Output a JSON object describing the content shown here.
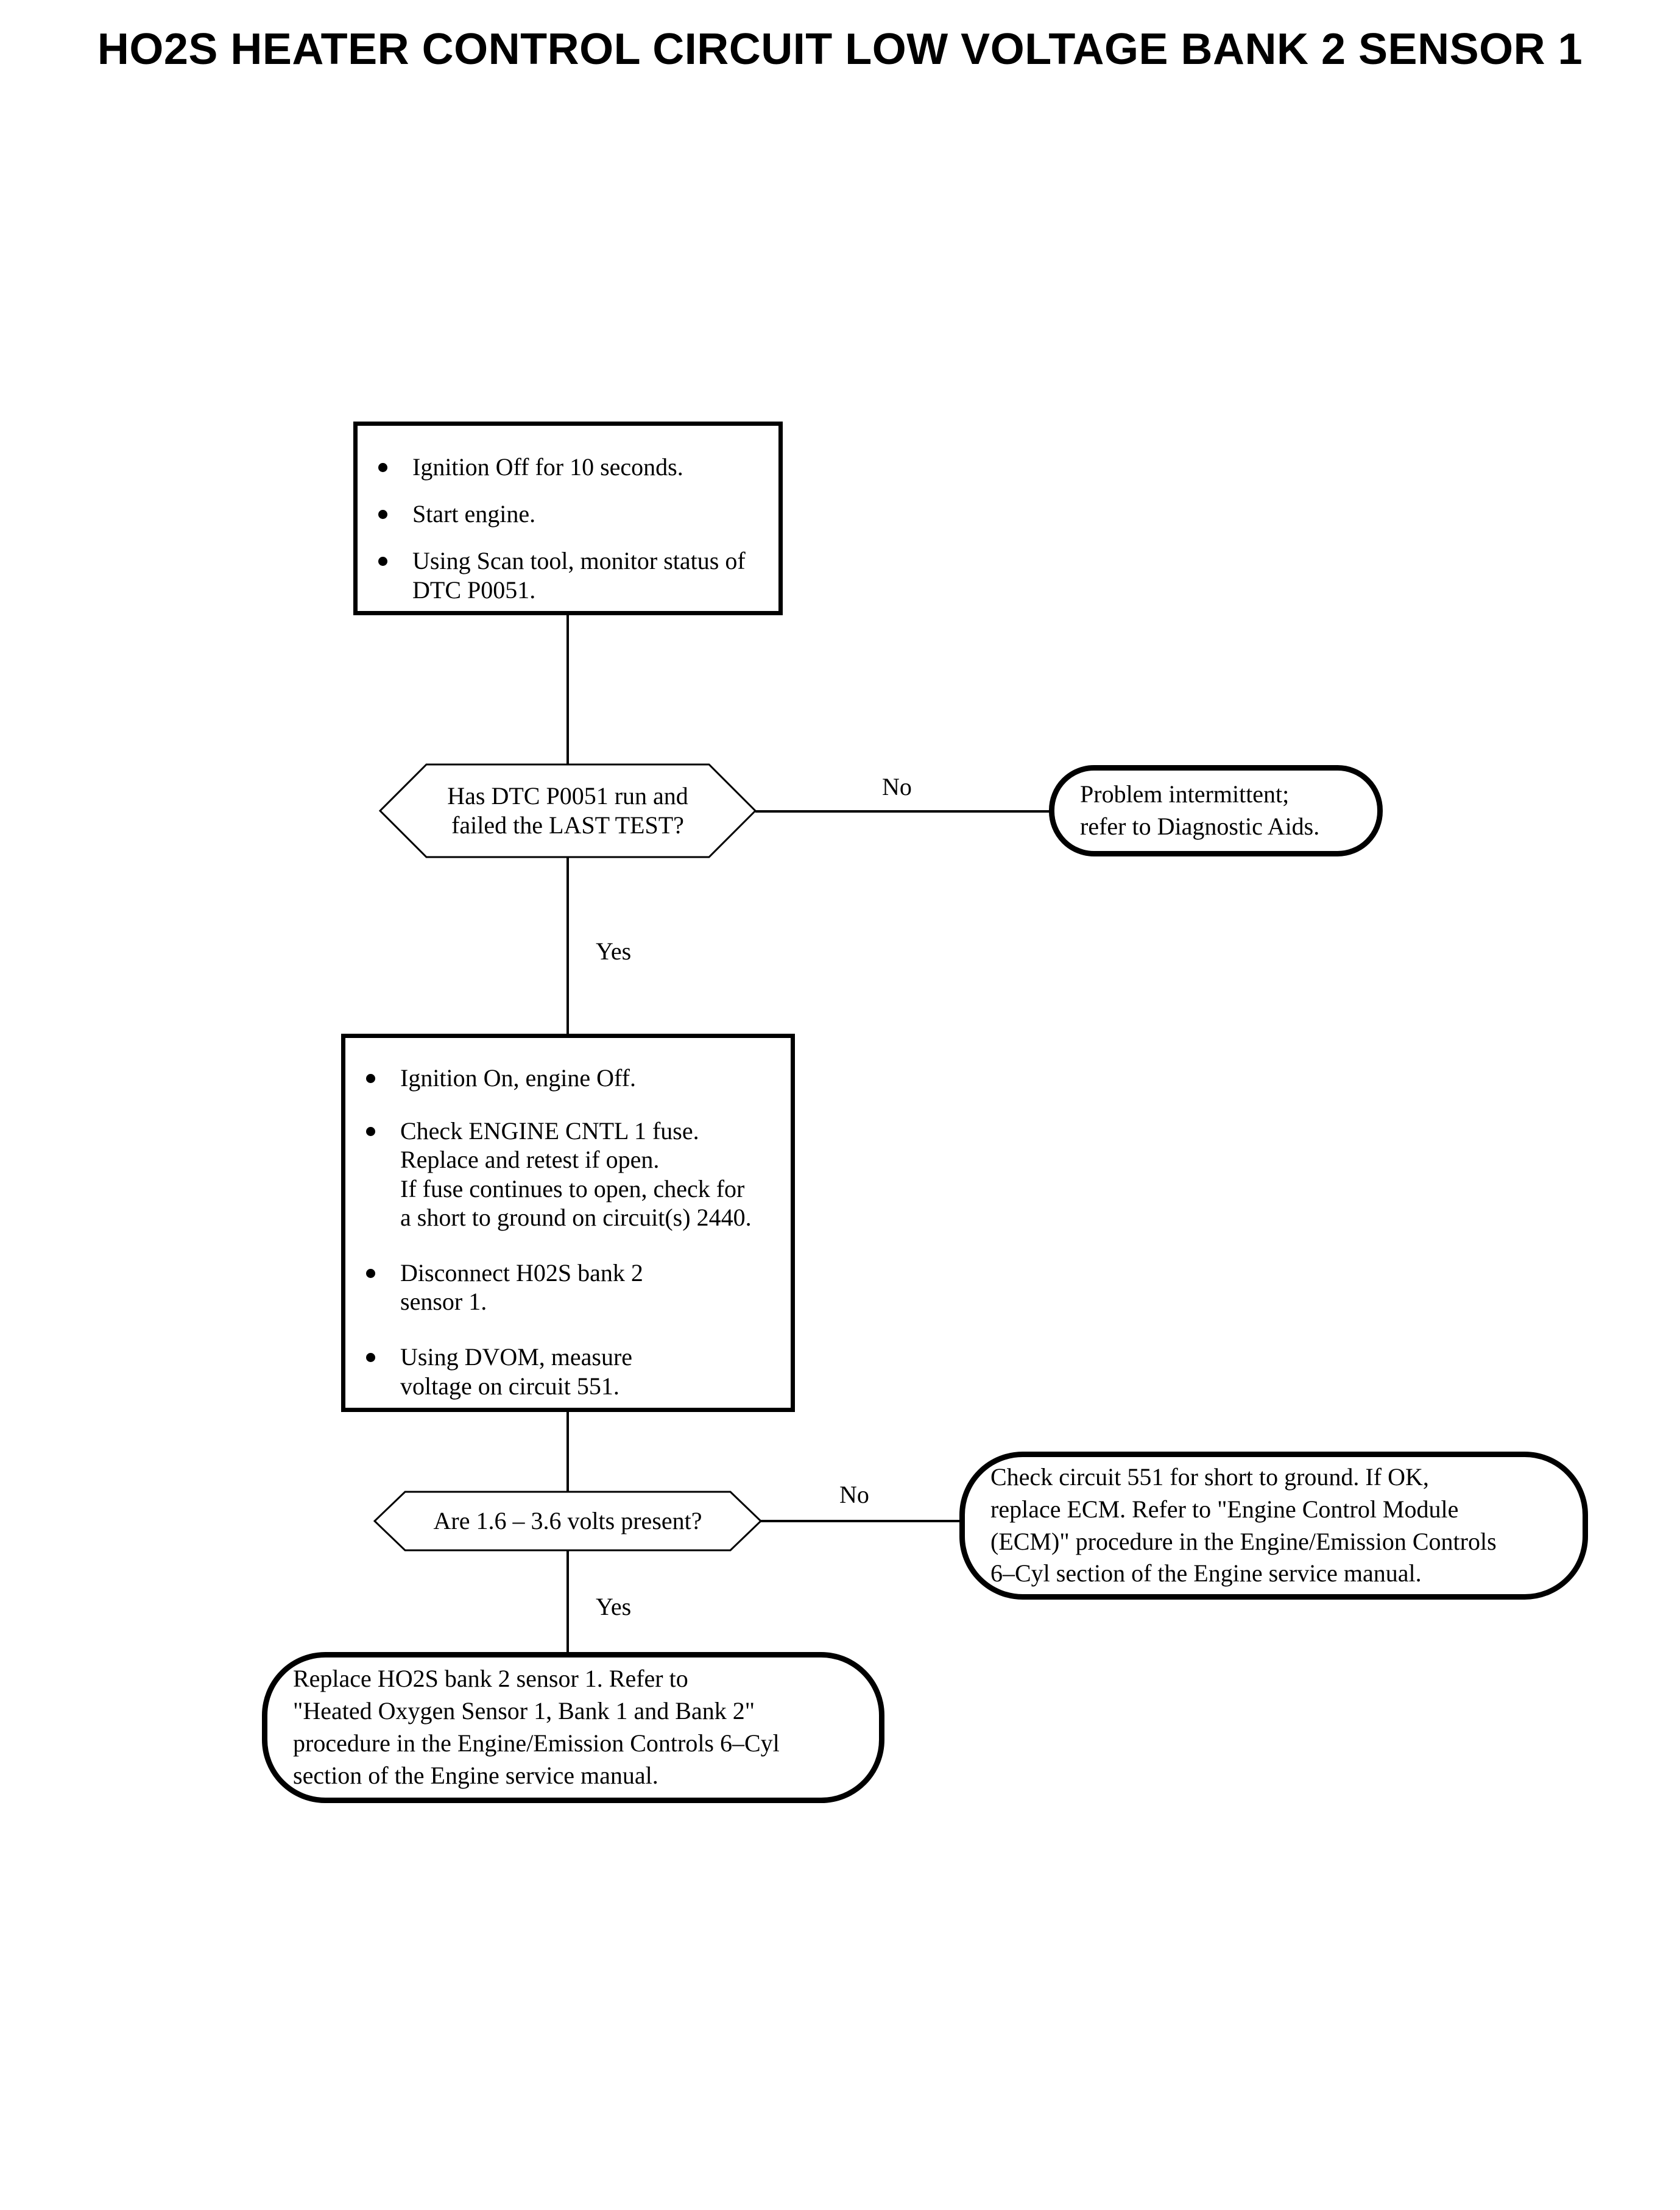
{
  "page": {
    "title": "HO2S HEATER CONTROL CIRCUIT LOW VOLTAGE BANK 2 SENSOR 1"
  },
  "flow": {
    "step1": {
      "type": "process",
      "bullets": [
        "Ignition Off for 10 seconds.",
        "Start engine.",
        "Using Scan tool, monitor status of\nDTC P0051."
      ]
    },
    "decision1": {
      "type": "decision",
      "text": "Has DTC P0051 run and\nfailed the LAST TEST?",
      "yes_label": "Yes",
      "no_label": "No"
    },
    "terminator1": {
      "type": "terminator",
      "text": "Problem intermittent;\nrefer to Diagnostic Aids."
    },
    "step2": {
      "type": "process",
      "bullets": [
        "Ignition On, engine Off.",
        "Check ENGINE CNTL 1 fuse.\nReplace and retest if open.\nIf fuse continues to open, check for\na short to ground on circuit(s) 2440.",
        "Disconnect H02S bank 2\nsensor 1.",
        "Using DVOM, measure\nvoltage on circuit 551."
      ]
    },
    "decision2": {
      "type": "decision",
      "text": "Are 1.6 – 3.6 volts present?",
      "yes_label": "Yes",
      "no_label": "No"
    },
    "terminator2": {
      "type": "terminator",
      "text": "Check circuit 551 for short to ground. If OK,\nreplace ECM. Refer to \"Engine Control Module\n(ECM)\" procedure in the Engine/Emission Controls\n6–Cyl section of the Engine service manual."
    },
    "terminator3": {
      "type": "terminator",
      "text": "Replace HO2S bank 2 sensor 1. Refer to\n\"Heated Oxygen Sensor 1, Bank 1 and Bank 2\"\nprocedure in the Engine/Emission Controls 6–Cyl\nsection of the Engine service manual."
    }
  },
  "colors": {
    "ink": "#000000",
    "paper": "#ffffff"
  }
}
